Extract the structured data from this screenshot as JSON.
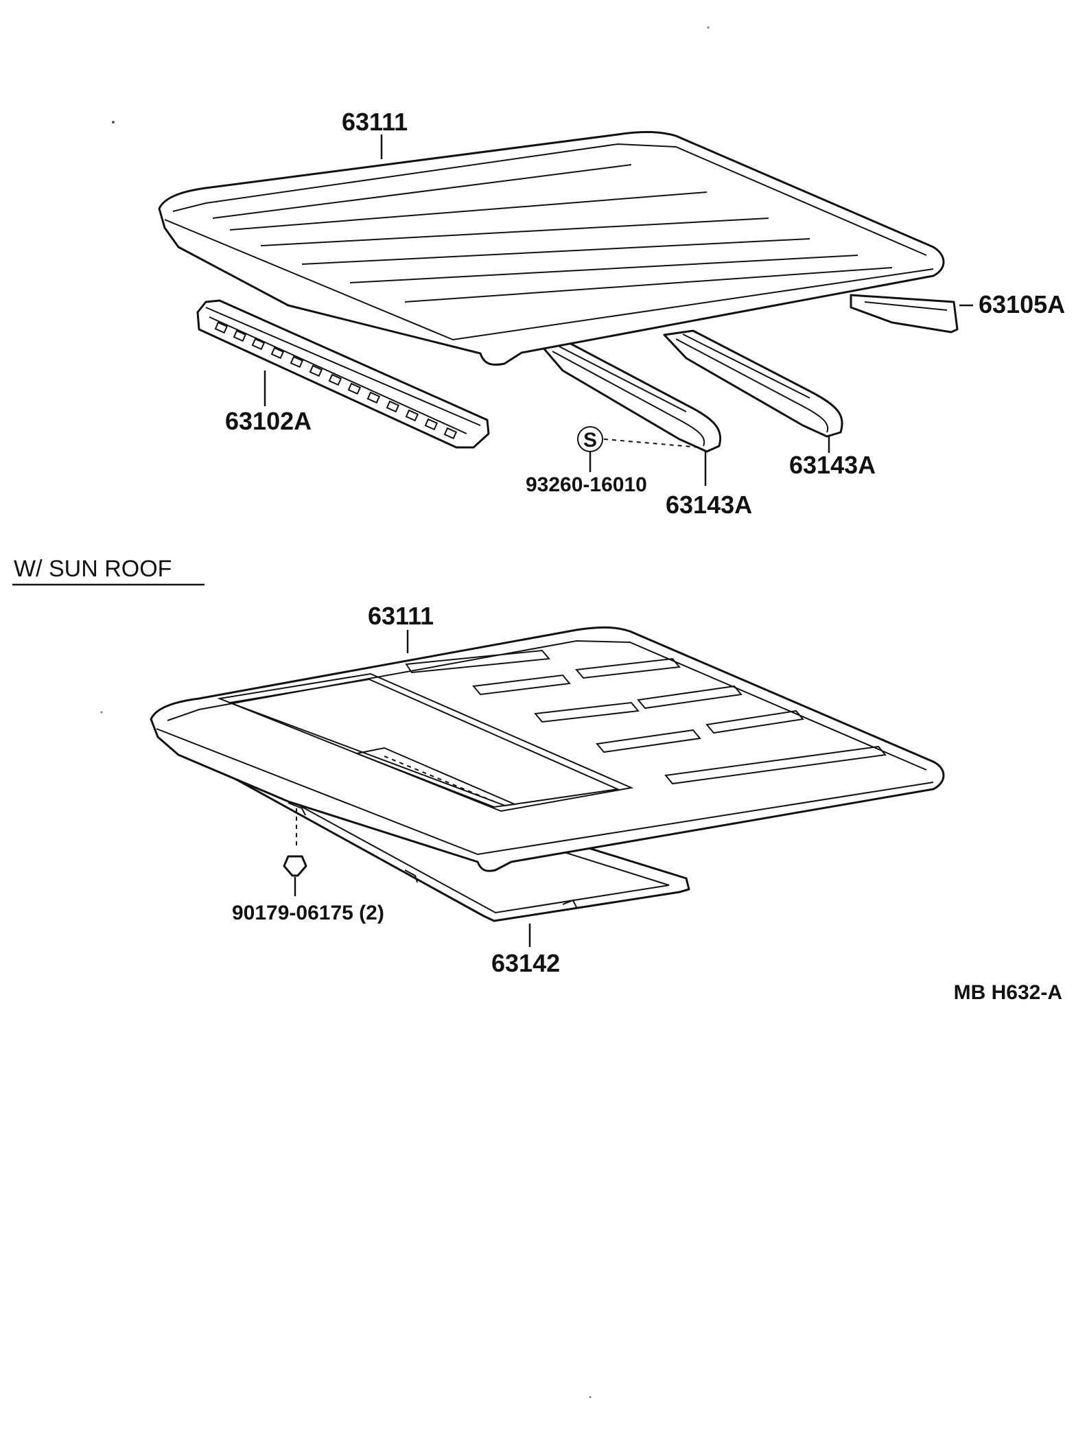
{
  "diagram": {
    "top_section": {
      "labels": {
        "roof_panel": "63111",
        "rear_header": "63105A",
        "front_header": "63102A",
        "bow_left": "63143A",
        "bow_right": "63143A",
        "sealer": "93260-16010",
        "sealer_symbol": "S"
      }
    },
    "sun_roof_section": {
      "heading": "W/ SUN  ROOF",
      "labels": {
        "roof_panel": "63111",
        "clip": "90179-06175 (2)",
        "reinforcement": "63142"
      }
    },
    "drawing_code": "MB  H632-A"
  }
}
